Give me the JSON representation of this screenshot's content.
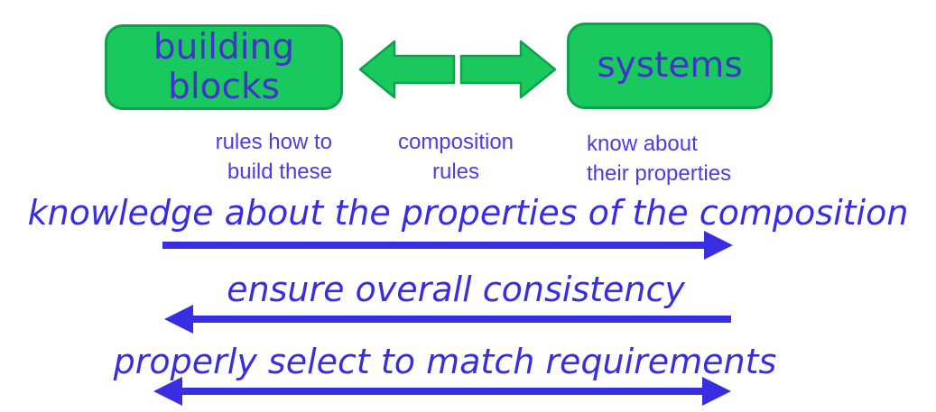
{
  "colors": {
    "box_fill": "#19c95e",
    "box_border": "#0da24b",
    "box_text": "#4134cb",
    "label_text": "#4e3ce0",
    "flow_blue": "#382de0"
  },
  "boxes": {
    "building": {
      "label_line1": "building",
      "label_line2": "blocks",
      "sublabel_line1": "rules how to",
      "sublabel_line2": "build these"
    },
    "systems": {
      "label": "systems",
      "sublabel_line1": "know about",
      "sublabel_line2": "their properties"
    }
  },
  "center_label": {
    "line1": "composition",
    "line2": "rules"
  },
  "flows": {
    "flow1": {
      "text": "knowledge about the properties of the composition",
      "direction": "right"
    },
    "flow2": {
      "text": "ensure overall consistency",
      "direction": "left"
    },
    "flow3": {
      "text": "properly select to match requirements",
      "direction": "both"
    }
  }
}
